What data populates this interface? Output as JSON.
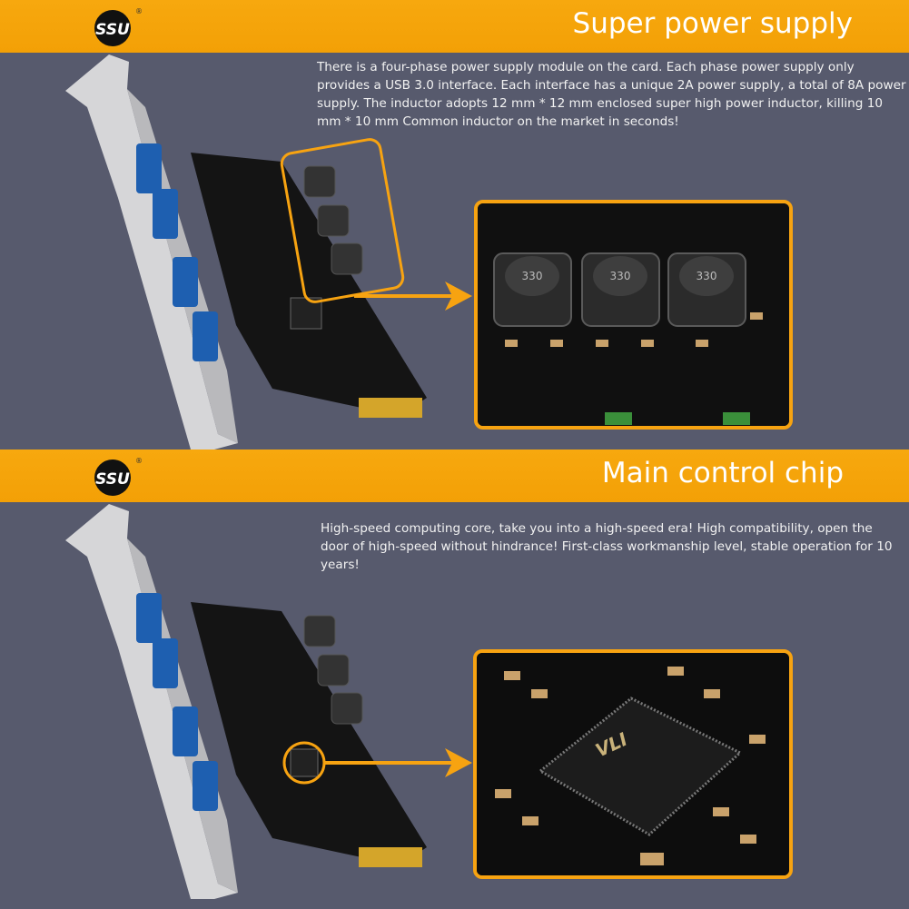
{
  "brand": {
    "logo_text": "SSU",
    "registered": "®"
  },
  "sections": [
    {
      "title": "Super power supply",
      "description": "There is a four-phase power supply module on the card. Each phase power supply only provides a USB 3.0 interface. Each interface has a unique 2A power supply, a total of 8A power supply. The inductor adopts 12 mm * 12 mm enclosed super high power inductor, killing 10 mm * 10 mm Common inductor on the market in seconds!",
      "inductor_marking": "330"
    },
    {
      "title": "Main control chip",
      "description": "High-speed computing core, take you into a high-speed era! High compatibility, open the door of high-speed without hindrance! First-class workmanship level, stable operation for 10 years!",
      "chip_marking": "VLI"
    }
  ],
  "colors": {
    "accent": "#f5a40b",
    "background": "#575a6d",
    "text": "#f2f2f2"
  }
}
